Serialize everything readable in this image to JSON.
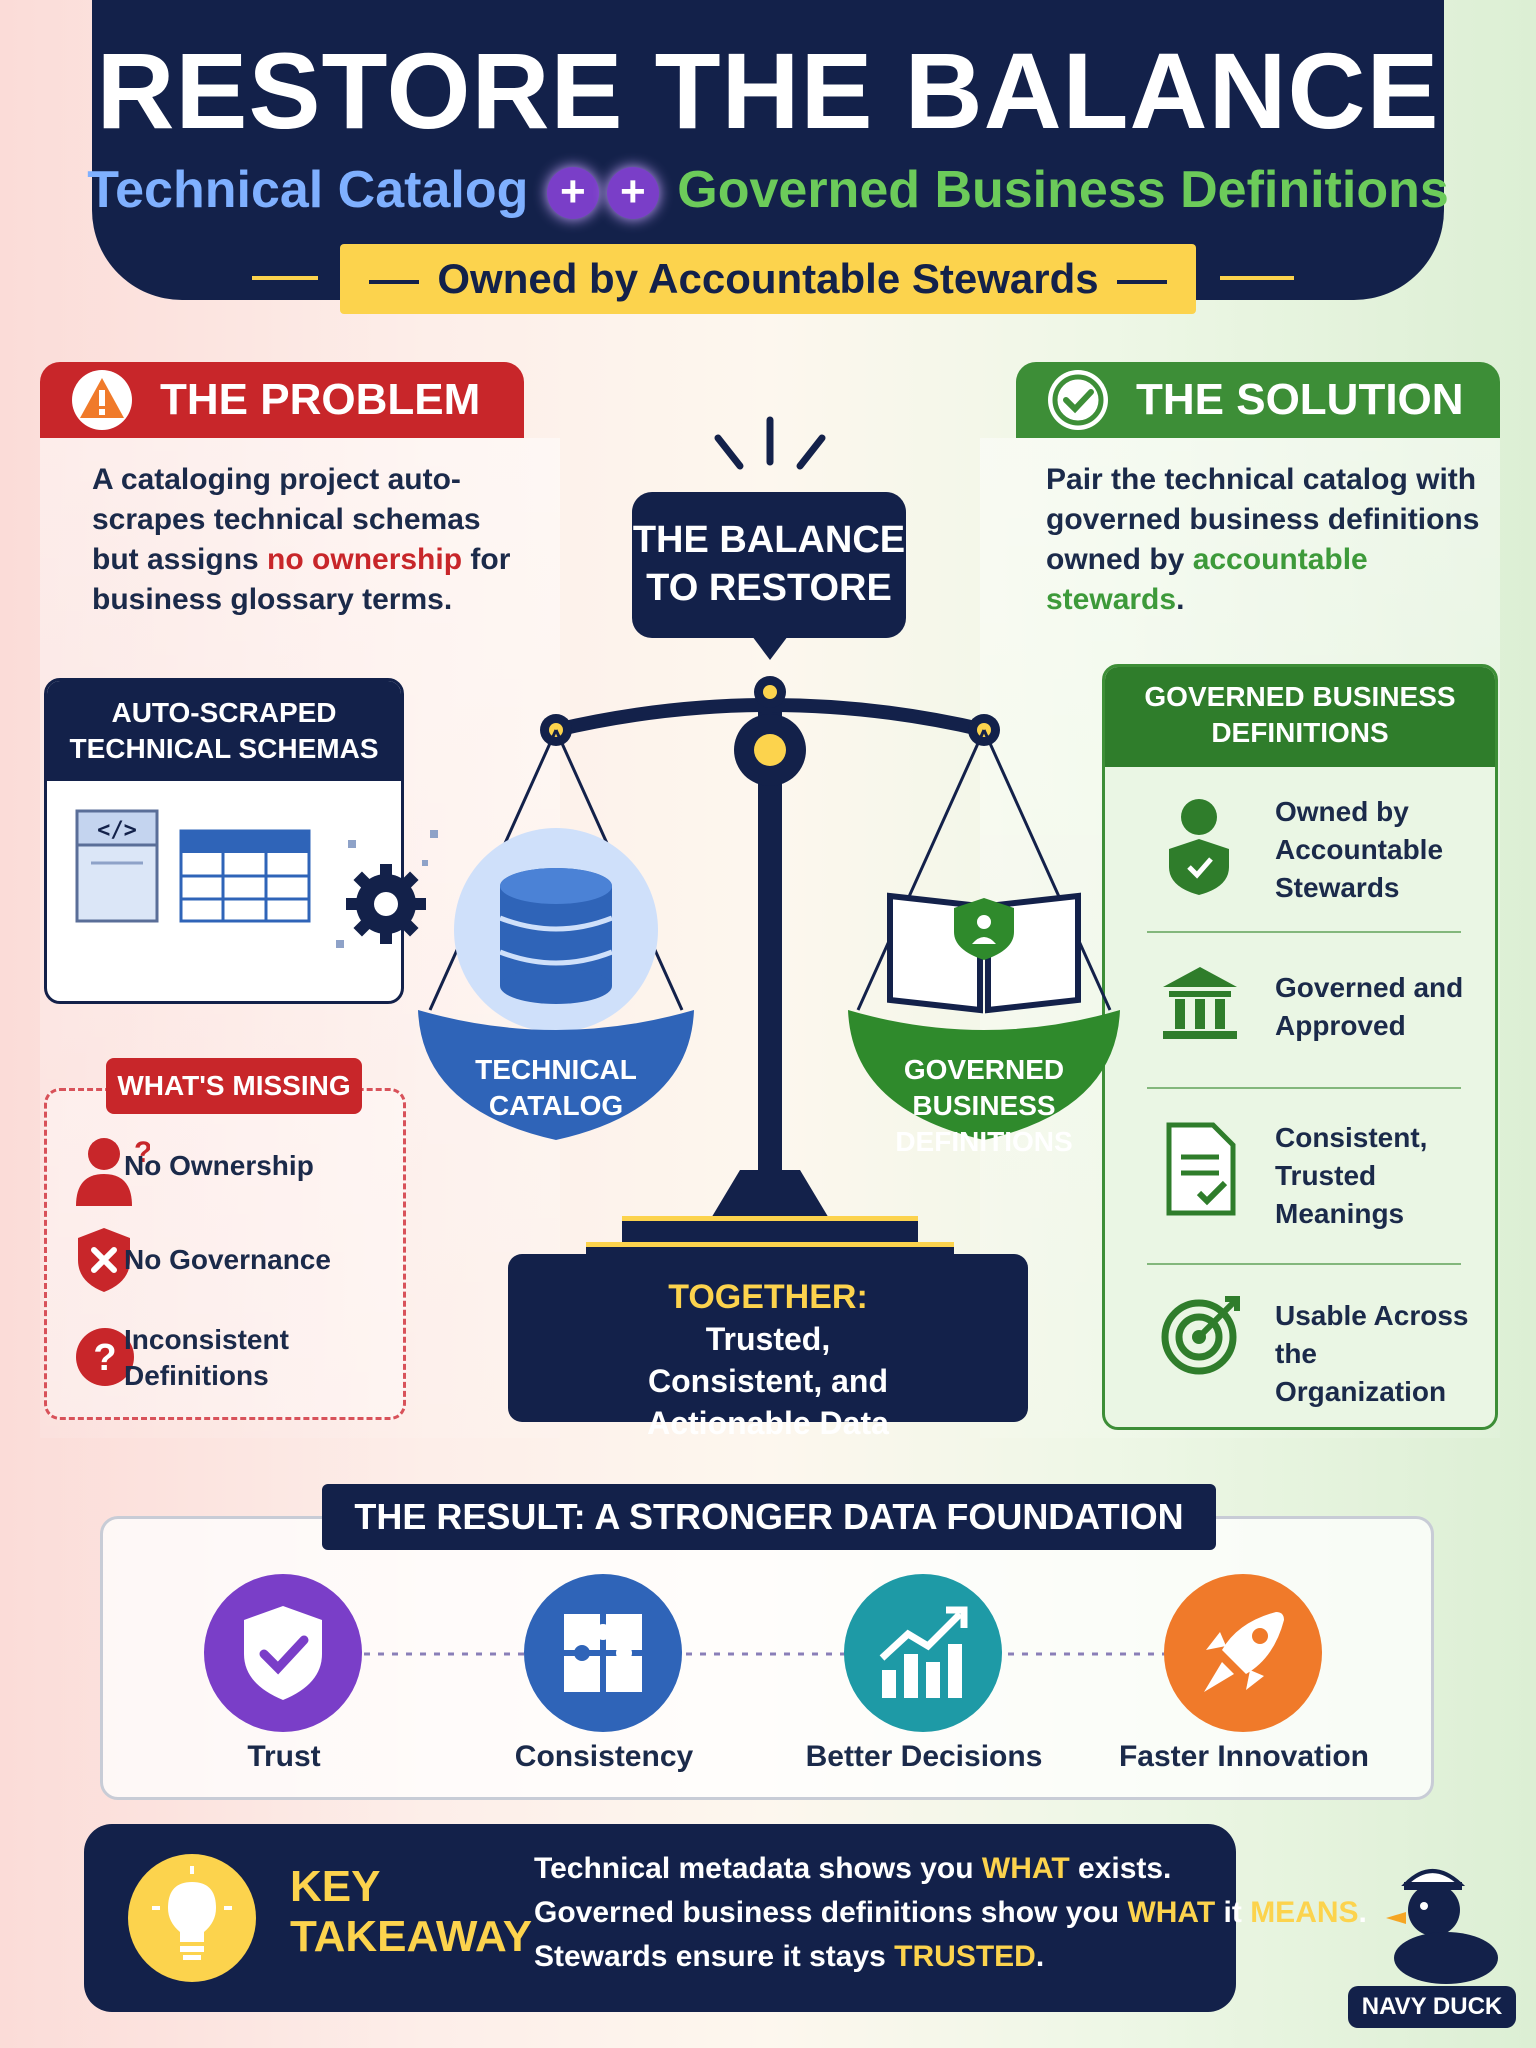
{
  "header": {
    "title": "RESTORE THE BALANCE",
    "subtitle_left": "Technical Catalog",
    "subtitle_plus": "+",
    "subtitle_right": "Governed Business Definitions",
    "ribbon": "Owned by Accountable Stewards"
  },
  "problem": {
    "title": "THE PROBLEM",
    "text_1": "A cataloging project auto-scrapes technical schemas but assigns ",
    "text_highlight": "no ownership",
    "text_2": " for business glossary terms.",
    "schema_card_title": "AUTO-SCRAPED TECHNICAL SCHEMAS",
    "code_glyph": "</>",
    "missing_title": "WHAT'S MISSING",
    "missing_items": [
      "No Ownership",
      "No Governance",
      "Inconsistent Definitions"
    ]
  },
  "solution": {
    "title": "THE SOLUTION",
    "text_1": "Pair the technical catalog with governed business definitions owned by ",
    "text_highlight": "accountable stewards",
    "text_2": ".",
    "card_title": "GOVERNED BUSINESS DEFINITIONS",
    "items": [
      "Owned by Accountable Stewards",
      "Governed and Approved",
      "Consistent, Trusted Meanings",
      "Usable Across the Organization"
    ]
  },
  "center": {
    "bubble": "THE BALANCE TO RESTORE",
    "left_pan": "TECHNICAL CATALOG",
    "right_pan": "GOVERNED BUSINESS DEFINITIONS",
    "together_label": "TOGETHER:",
    "together_text": "Trusted, Consistent, and Actionable Data"
  },
  "result": {
    "title": "THE RESULT: A STRONGER DATA FOUNDATION",
    "items": [
      "Trust",
      "Consistency",
      "Better Decisions",
      "Faster Innovation"
    ]
  },
  "takeaway": {
    "title_1": "KEY",
    "title_2": "TAKEAWAY",
    "l1_a": "Technical metadata shows you ",
    "l1_b": "WHAT",
    "l1_c": " exists.",
    "l2_a": "Governed business definitions show you ",
    "l2_b": "WHAT",
    "l2_c": " it ",
    "l2_d": "MEANS",
    "l2_e": ".",
    "l3_a": "Stewards ensure it stays ",
    "l3_b": "TRUSTED",
    "l3_c": "."
  },
  "brand": "NAVY DUCK",
  "colors": {
    "navy": "#13214a",
    "problem_red": "#c8262a",
    "solution_green": "#3d8e37",
    "accent_yellow": "#fcd34d",
    "catalog_blue": "#2f64b8",
    "trust_purple": "#7a3ec8",
    "consistency_blue": "#2f64b8",
    "decisions_teal": "#1e9aa6",
    "innovation_orange": "#f07a2a"
  },
  "icons": [
    "warning-icon",
    "check-circle-icon",
    "code-icon",
    "table-icon",
    "gear-icon",
    "person-question-icon",
    "shield-x-icon",
    "question-icon",
    "database-icon",
    "book-shield-icon",
    "steward-icon",
    "building-icon",
    "document-check-icon",
    "target-icon",
    "shield-check-icon",
    "puzzle-icon",
    "growth-chart-icon",
    "rocket-icon",
    "lightbulb-icon",
    "duck-icon"
  ]
}
